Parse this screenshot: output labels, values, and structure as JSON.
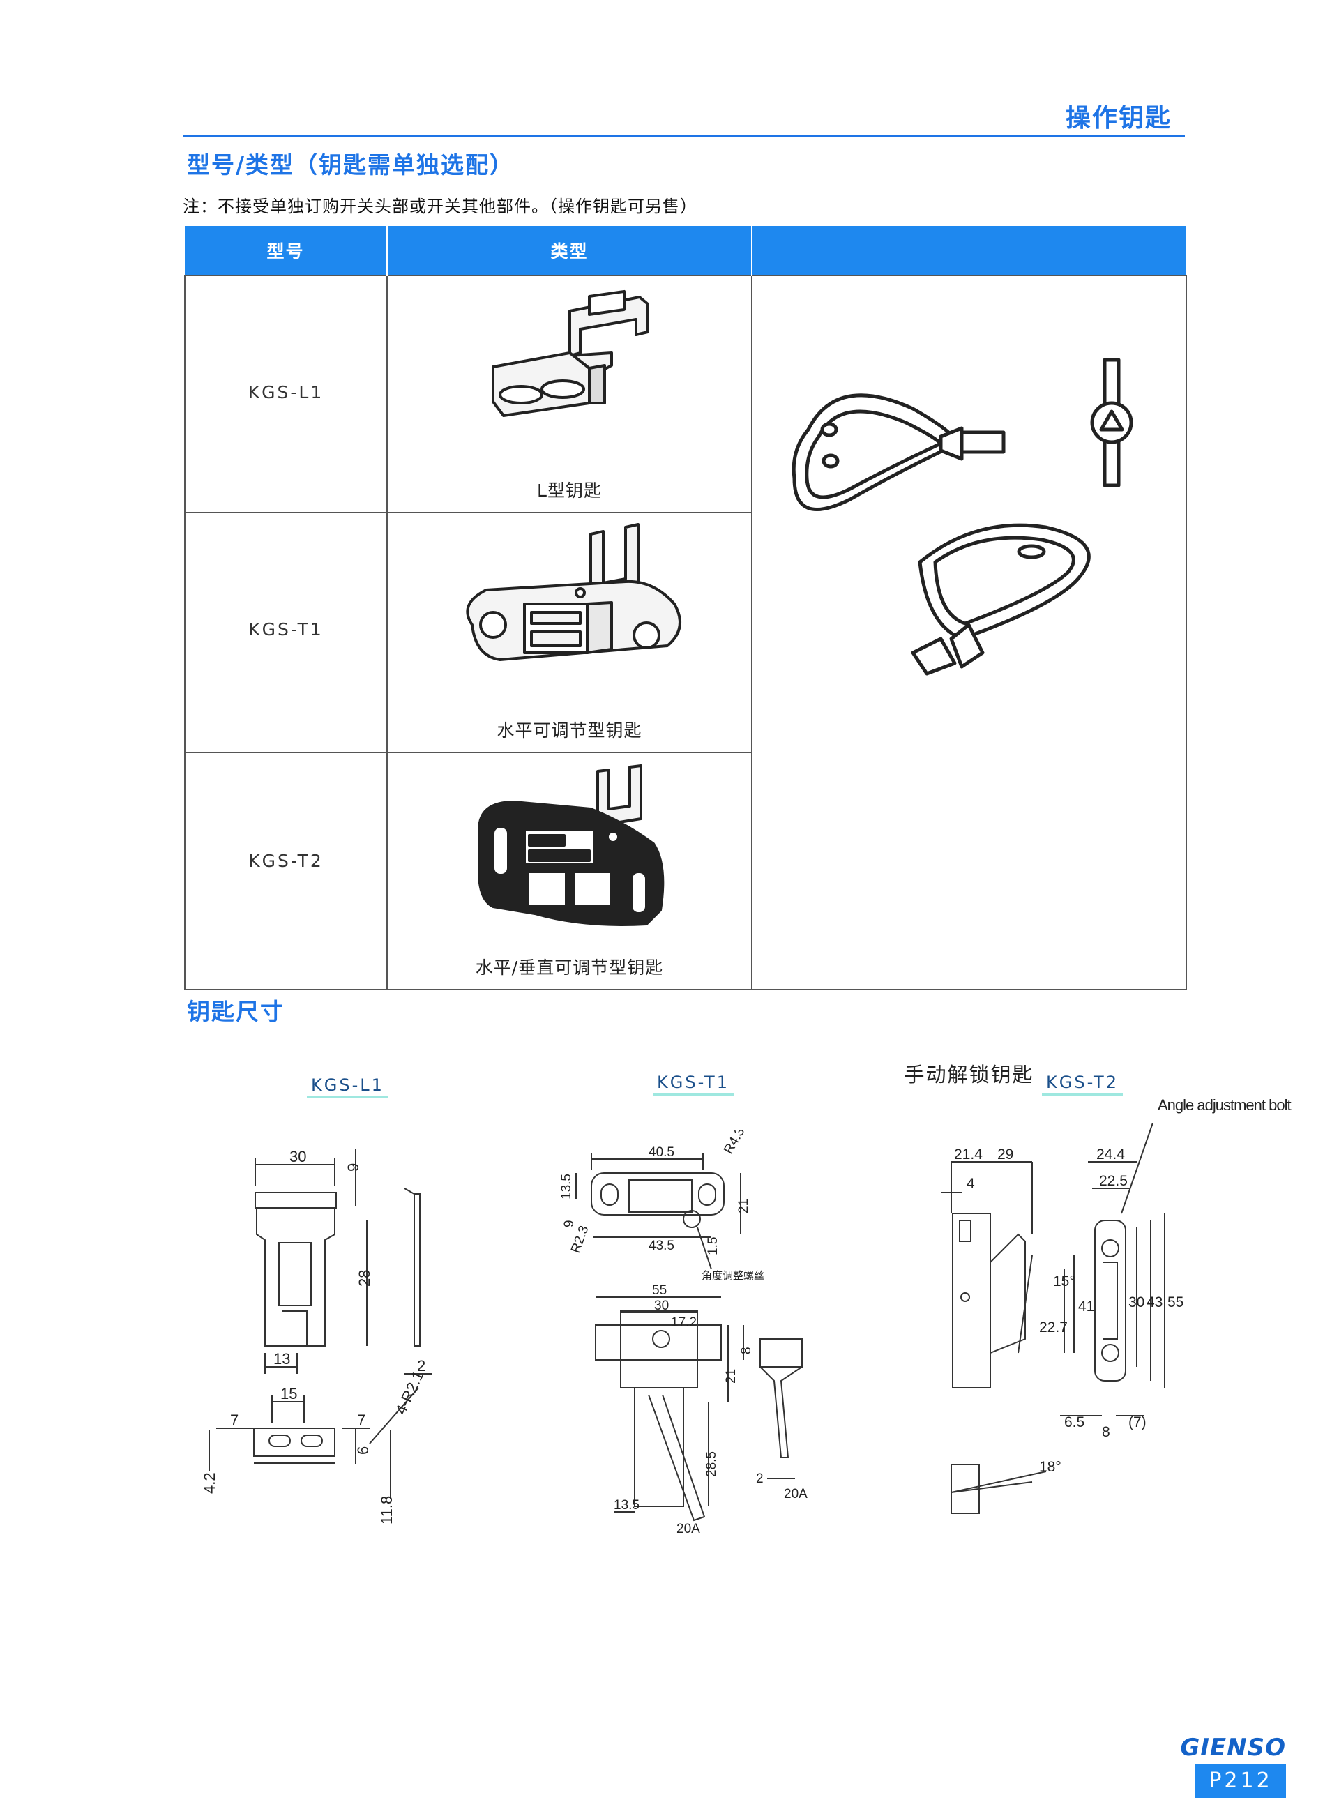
{
  "header": {
    "title": "操作钥匙"
  },
  "section1": {
    "title": "型号/类型（钥匙需单独选配）",
    "note": "注：不接受单独订购开关头部或开关其他部件。（操作钥匙可另售）"
  },
  "table": {
    "headers": [
      "型号",
      "类型",
      ""
    ],
    "rows": [
      {
        "model": "KGS-L1",
        "caption": "L型钥匙"
      },
      {
        "model": "KGS-T1",
        "caption": "水平可调节型钥匙"
      },
      {
        "model": "KGS-T2",
        "caption": "水平/垂直可调节型钥匙"
      }
    ],
    "right_caption": "手动解锁钥匙"
  },
  "section2": {
    "title": "钥匙尺寸"
  },
  "drawings": {
    "l1": {
      "label": "KGS-L1",
      "dims": [
        "30",
        "9",
        "28",
        "13",
        "2",
        "15",
        "7",
        "7",
        "4-R2.1",
        "6",
        "4.2",
        "11.8"
      ]
    },
    "t1": {
      "label": "KGS-T1",
      "dims": [
        "40.5",
        "R4.3",
        "13.5",
        "21",
        "9",
        "R2.3",
        "43.5",
        "1.5",
        "角度调整螺丝",
        "55",
        "30",
        "17.2",
        "8",
        "21",
        "28.5",
        "13.5",
        "20A",
        "2",
        "20A"
      ]
    },
    "t2": {
      "label": "KGS-T2",
      "angle_note": "Angle adjustment bolt",
      "dims": [
        "21.4",
        "29",
        "4",
        "24.4",
        "22.5",
        "15°",
        "41",
        "22.7",
        "30",
        "43",
        "55",
        "6.5",
        "8",
        "(7)",
        "18°"
      ]
    }
  },
  "footer": {
    "logo": "GIENSO",
    "page": "P212"
  },
  "colors": {
    "accent": "#1e74e6",
    "header_fill": "#1e88ef"
  }
}
